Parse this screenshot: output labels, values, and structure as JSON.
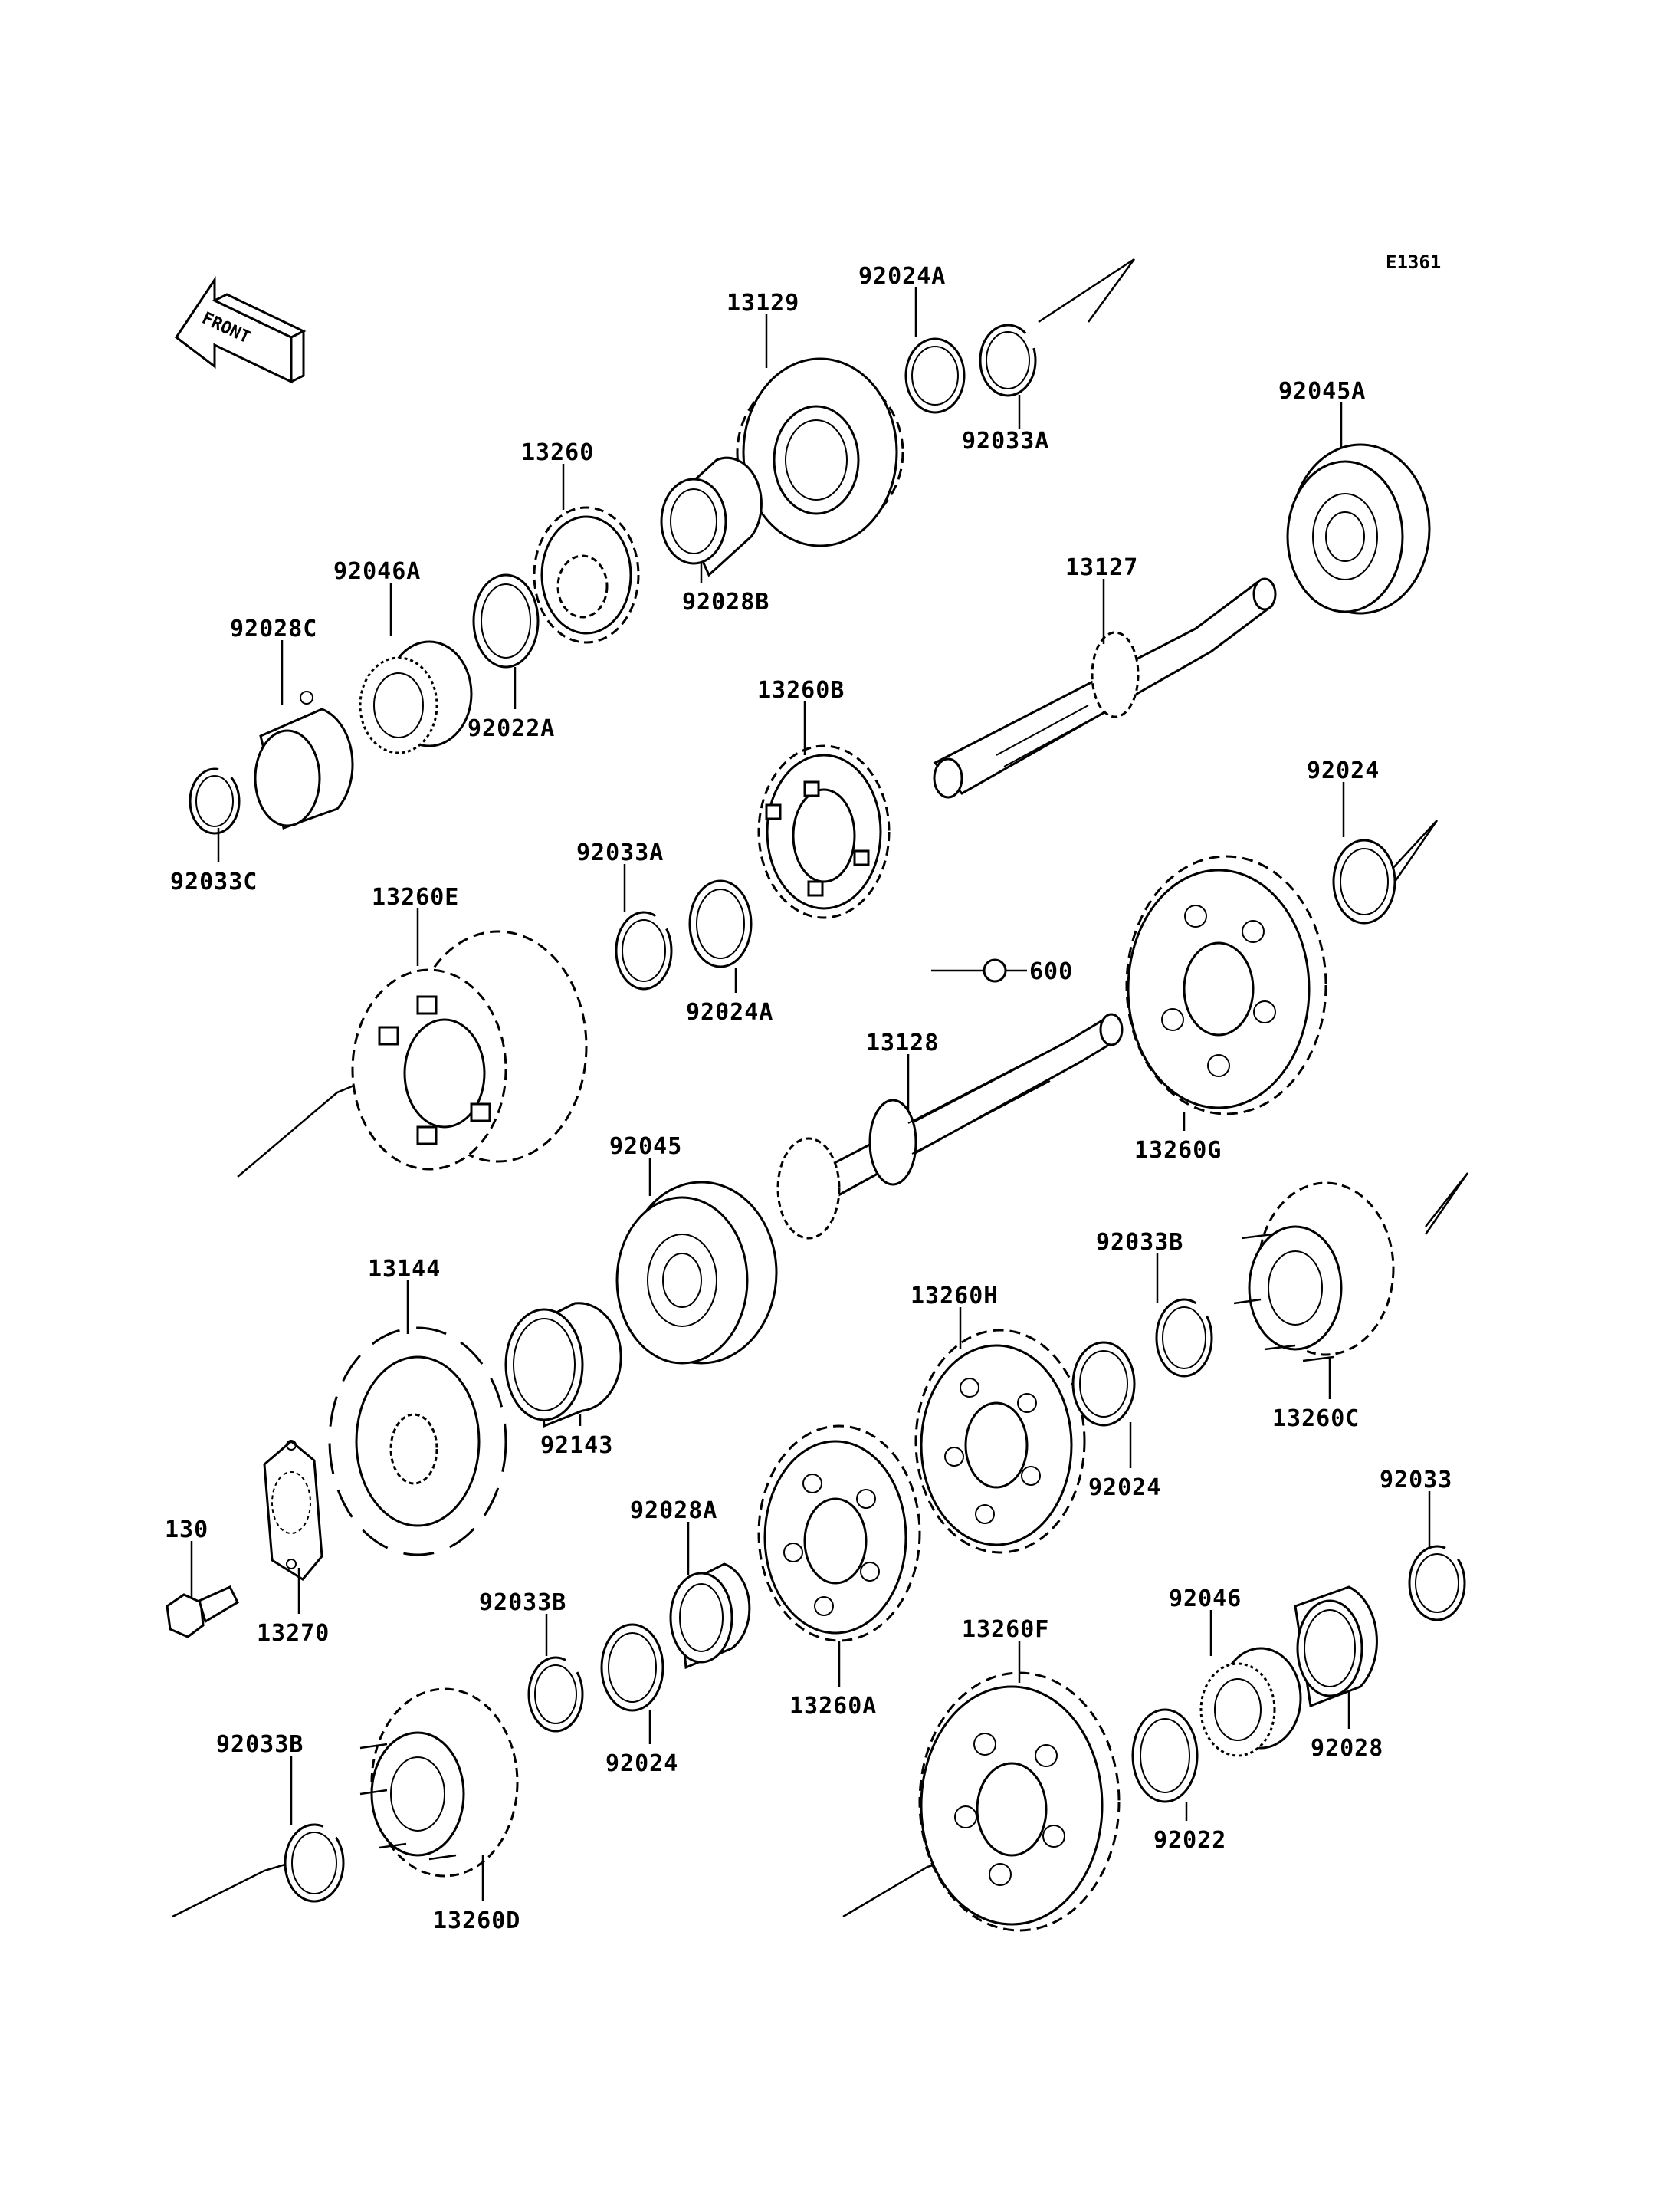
{
  "diagram": {
    "code": "E1361",
    "front_label": "FRONT",
    "parts": [
      {
        "id": "13129",
        "label": "13129"
      },
      {
        "id": "92024A_top",
        "label": "92024A"
      },
      {
        "id": "92033A_top",
        "label": "92033A"
      },
      {
        "id": "92045A",
        "label": "92045A"
      },
      {
        "id": "13260",
        "label": "13260"
      },
      {
        "id": "92028B",
        "label": "92028B"
      },
      {
        "id": "92046A",
        "label": "92046A"
      },
      {
        "id": "92028C",
        "label": "92028C"
      },
      {
        "id": "92022A",
        "label": "92022A"
      },
      {
        "id": "92033C",
        "label": "92033C"
      },
      {
        "id": "13127",
        "label": "13127"
      },
      {
        "id": "13260B",
        "label": "13260B"
      },
      {
        "id": "92024_right",
        "label": "92024"
      },
      {
        "id": "13260E",
        "label": "13260E"
      },
      {
        "id": "92033A_mid",
        "label": "92033A"
      },
      {
        "id": "92024A_mid",
        "label": "92024A"
      },
      {
        "id": "600",
        "label": "600"
      },
      {
        "id": "13128",
        "label": "13128"
      },
      {
        "id": "13260G",
        "label": "13260G"
      },
      {
        "id": "92045",
        "label": "92045"
      },
      {
        "id": "13144",
        "label": "13144"
      },
      {
        "id": "92143",
        "label": "92143"
      },
      {
        "id": "92033B_right",
        "label": "92033B"
      },
      {
        "id": "13260H",
        "label": "13260H"
      },
      {
        "id": "13260C",
        "label": "13260C"
      },
      {
        "id": "92024_mid",
        "label": "92024"
      },
      {
        "id": "130",
        "label": "130"
      },
      {
        "id": "13270",
        "label": "13270"
      },
      {
        "id": "92028A",
        "label": "92028A"
      },
      {
        "id": "92033B_mid",
        "label": "92033B"
      },
      {
        "id": "92024_low",
        "label": "92024"
      },
      {
        "id": "13260A",
        "label": "13260A"
      },
      {
        "id": "92033",
        "label": "92033"
      },
      {
        "id": "92046",
        "label": "92046"
      },
      {
        "id": "13260F",
        "label": "13260F"
      },
      {
        "id": "92028",
        "label": "92028"
      },
      {
        "id": "92033B_low",
        "label": "92033B"
      },
      {
        "id": "13260D",
        "label": "13260D"
      },
      {
        "id": "92022",
        "label": "92022"
      }
    ]
  }
}
